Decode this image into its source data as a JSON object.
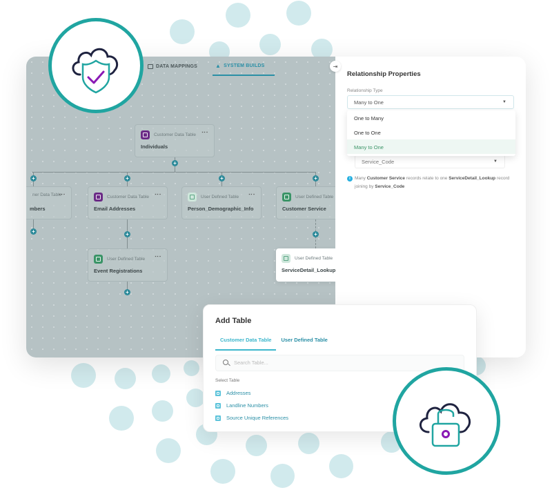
{
  "canvas": {
    "tabs": [
      {
        "label": "DATA MAPPINGS",
        "icon": "table-icon",
        "active": false
      },
      {
        "label": "SYSTEM BUILDS",
        "icon": "hierarchy-icon",
        "active": true
      }
    ],
    "collapse_icon": "collapse-panel-icon",
    "nodes": [
      {
        "id": "individuals",
        "type": "Customer Data Table",
        "title": "Individuals"
      },
      {
        "id": "numbers",
        "type": "Customer Data Table",
        "title": "...mbers"
      },
      {
        "id": "email",
        "type": "Customer Data Table",
        "title": "Email Addresses"
      },
      {
        "id": "demographic",
        "type": "User Defined Table",
        "title": "Person_Demographic_Info"
      },
      {
        "id": "customer-service",
        "type": "User Defined Table",
        "title": "Customer Service"
      },
      {
        "id": "event-reg",
        "type": "User Defined Table",
        "title": "Event Registrations"
      },
      {
        "id": "service-detail",
        "type": "User Defined Table",
        "title": "ServiceDetail_Lookup"
      }
    ],
    "type_labels": {
      "cdt": "Customer Data Table",
      "udt": "User Defined Table",
      "cdt_partial": "ner Data Table"
    }
  },
  "panel": {
    "title": "Relationship Properties",
    "relationship_type_label": "Relationship Type",
    "relationship_type_value": "Many to One",
    "options": [
      "One to Many",
      "One to One",
      "Many to One"
    ],
    "selected_option": "Many to One",
    "join_field_value": "Service_Code",
    "info": {
      "pre": "Many ",
      "from_table": "Customer Service",
      "mid": " records relate to one ",
      "to_table": "ServiceDetail_Lookup",
      "post": " record joining by ",
      "field": "Service_Code"
    }
  },
  "add_table": {
    "title": "Add Table",
    "tabs": [
      {
        "label": "Customer Data Table",
        "active": true
      },
      {
        "label": "User Defined Table",
        "active": false
      }
    ],
    "search_placeholder": "Search Table...",
    "select_label": "Select Table",
    "items": [
      "Addresses",
      "Landline Numbers",
      "Source Unique References"
    ]
  },
  "badges": [
    {
      "name": "cloud-shield-check-badge",
      "icon": "cloud-shield-check-icon"
    },
    {
      "name": "cloud-unlock-badge",
      "icon": "cloud-padlock-icon"
    }
  ],
  "colors": {
    "accent_teal": "#20a5a1",
    "link_blue": "#2a8fa6",
    "selected_green": "#3a9467",
    "cdt_purple": "#6b2a86",
    "info_blue": "#27b0e0",
    "dot_teal": "#d1eaed"
  }
}
